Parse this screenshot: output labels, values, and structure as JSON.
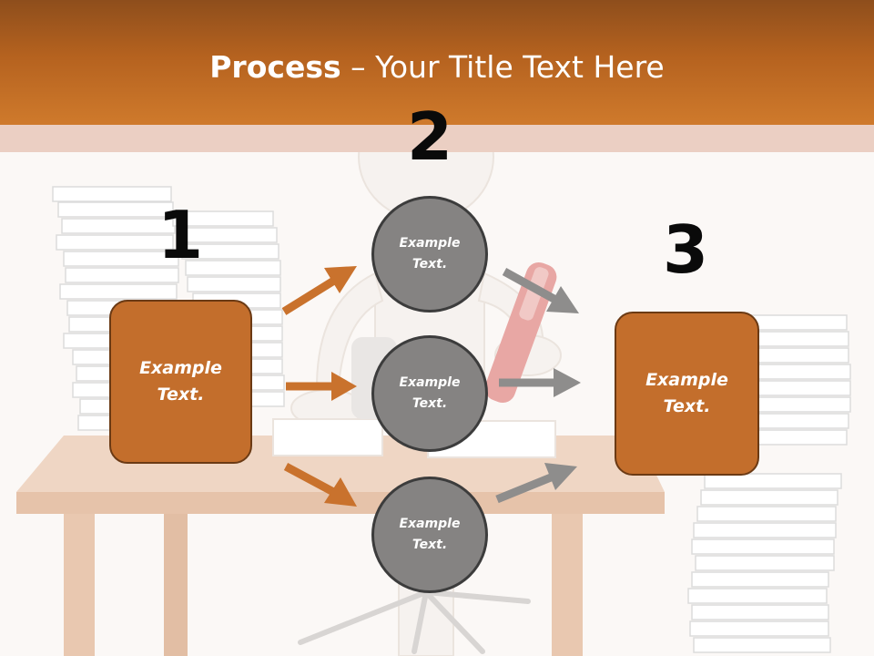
{
  "title": {
    "strong": "Process",
    "rest": " – Your Title Text Here"
  },
  "steps": [
    {
      "number": "1",
      "text": [
        "Example",
        "Text."
      ]
    },
    {
      "number": "2"
    },
    {
      "number": "3",
      "text": [
        "Example",
        "Text."
      ]
    }
  ],
  "circles": [
    {
      "text": [
        "Example",
        "Text."
      ]
    },
    {
      "text": [
        "Example",
        "Text."
      ]
    },
    {
      "text": [
        "Example",
        "Text."
      ]
    }
  ],
  "colors": {
    "header_dark": "#8e4e1c",
    "header_light": "#cf7a2c",
    "box_fill": "#c36e2c",
    "circle_fill": "#858382",
    "arrow_orange": "#c9722d",
    "arrow_gray": "#8e8d8c"
  }
}
